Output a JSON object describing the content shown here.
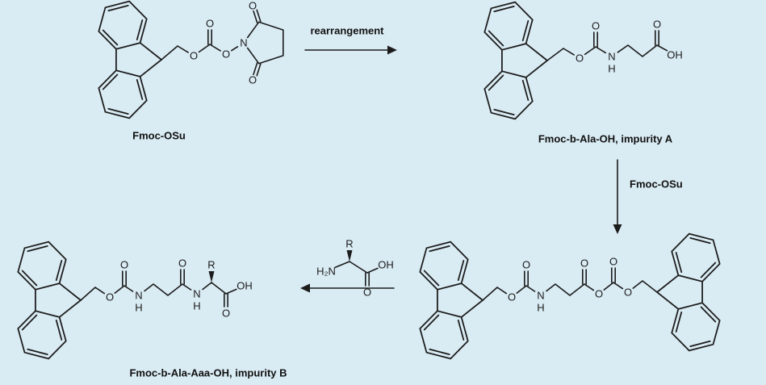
{
  "colors": {
    "background": "#d9ebf3",
    "ink": "#1c1c1c"
  },
  "scheme": {
    "structures": {
      "fmoc_osu": {
        "caption": "Fmoc-OSu"
      },
      "impurity_a": {
        "caption": "Fmoc-b-Ala-OH, impurity A"
      },
      "impurity_b": {
        "caption": "Fmoc-b-Ala-Aaa-OH, impurity B"
      }
    },
    "arrows": {
      "rearrangement_label": "rearrangement",
      "fmoc_osu_reagent_label": "Fmoc-OSu"
    },
    "atoms": {
      "O": "O",
      "OH": "OH",
      "N": "N",
      "H": "H",
      "H2N": "H₂N",
      "R": "R"
    }
  }
}
